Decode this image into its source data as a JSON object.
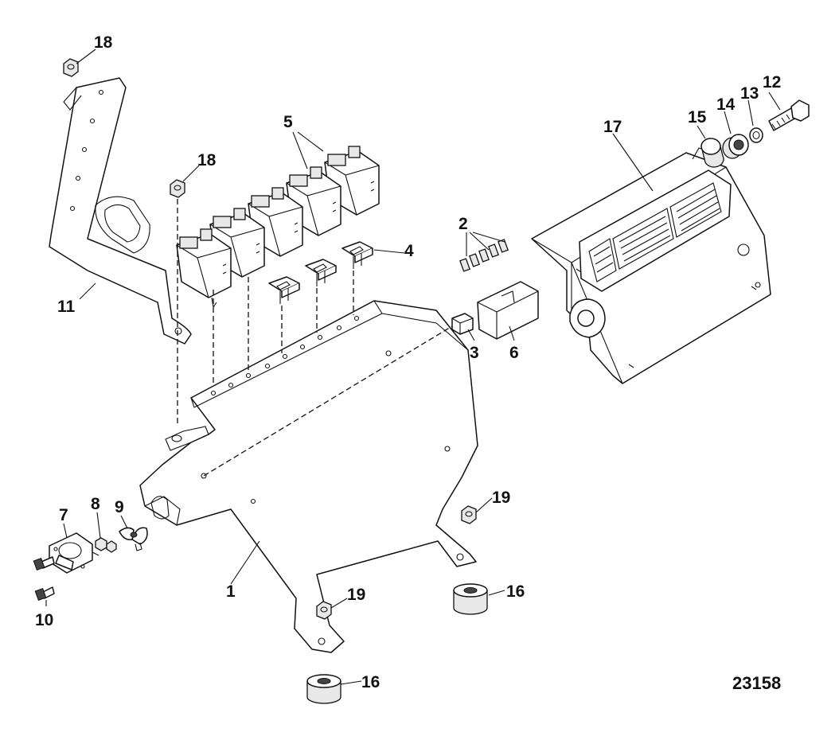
{
  "diagram": {
    "reference_number": "23158",
    "callouts": [
      "1",
      "2",
      "3",
      "4",
      "5",
      "6",
      "7",
      "8",
      "9",
      "10",
      "11",
      "12",
      "13",
      "14",
      "15",
      "16",
      "16",
      "17",
      "18",
      "18",
      "19",
      "19"
    ]
  }
}
